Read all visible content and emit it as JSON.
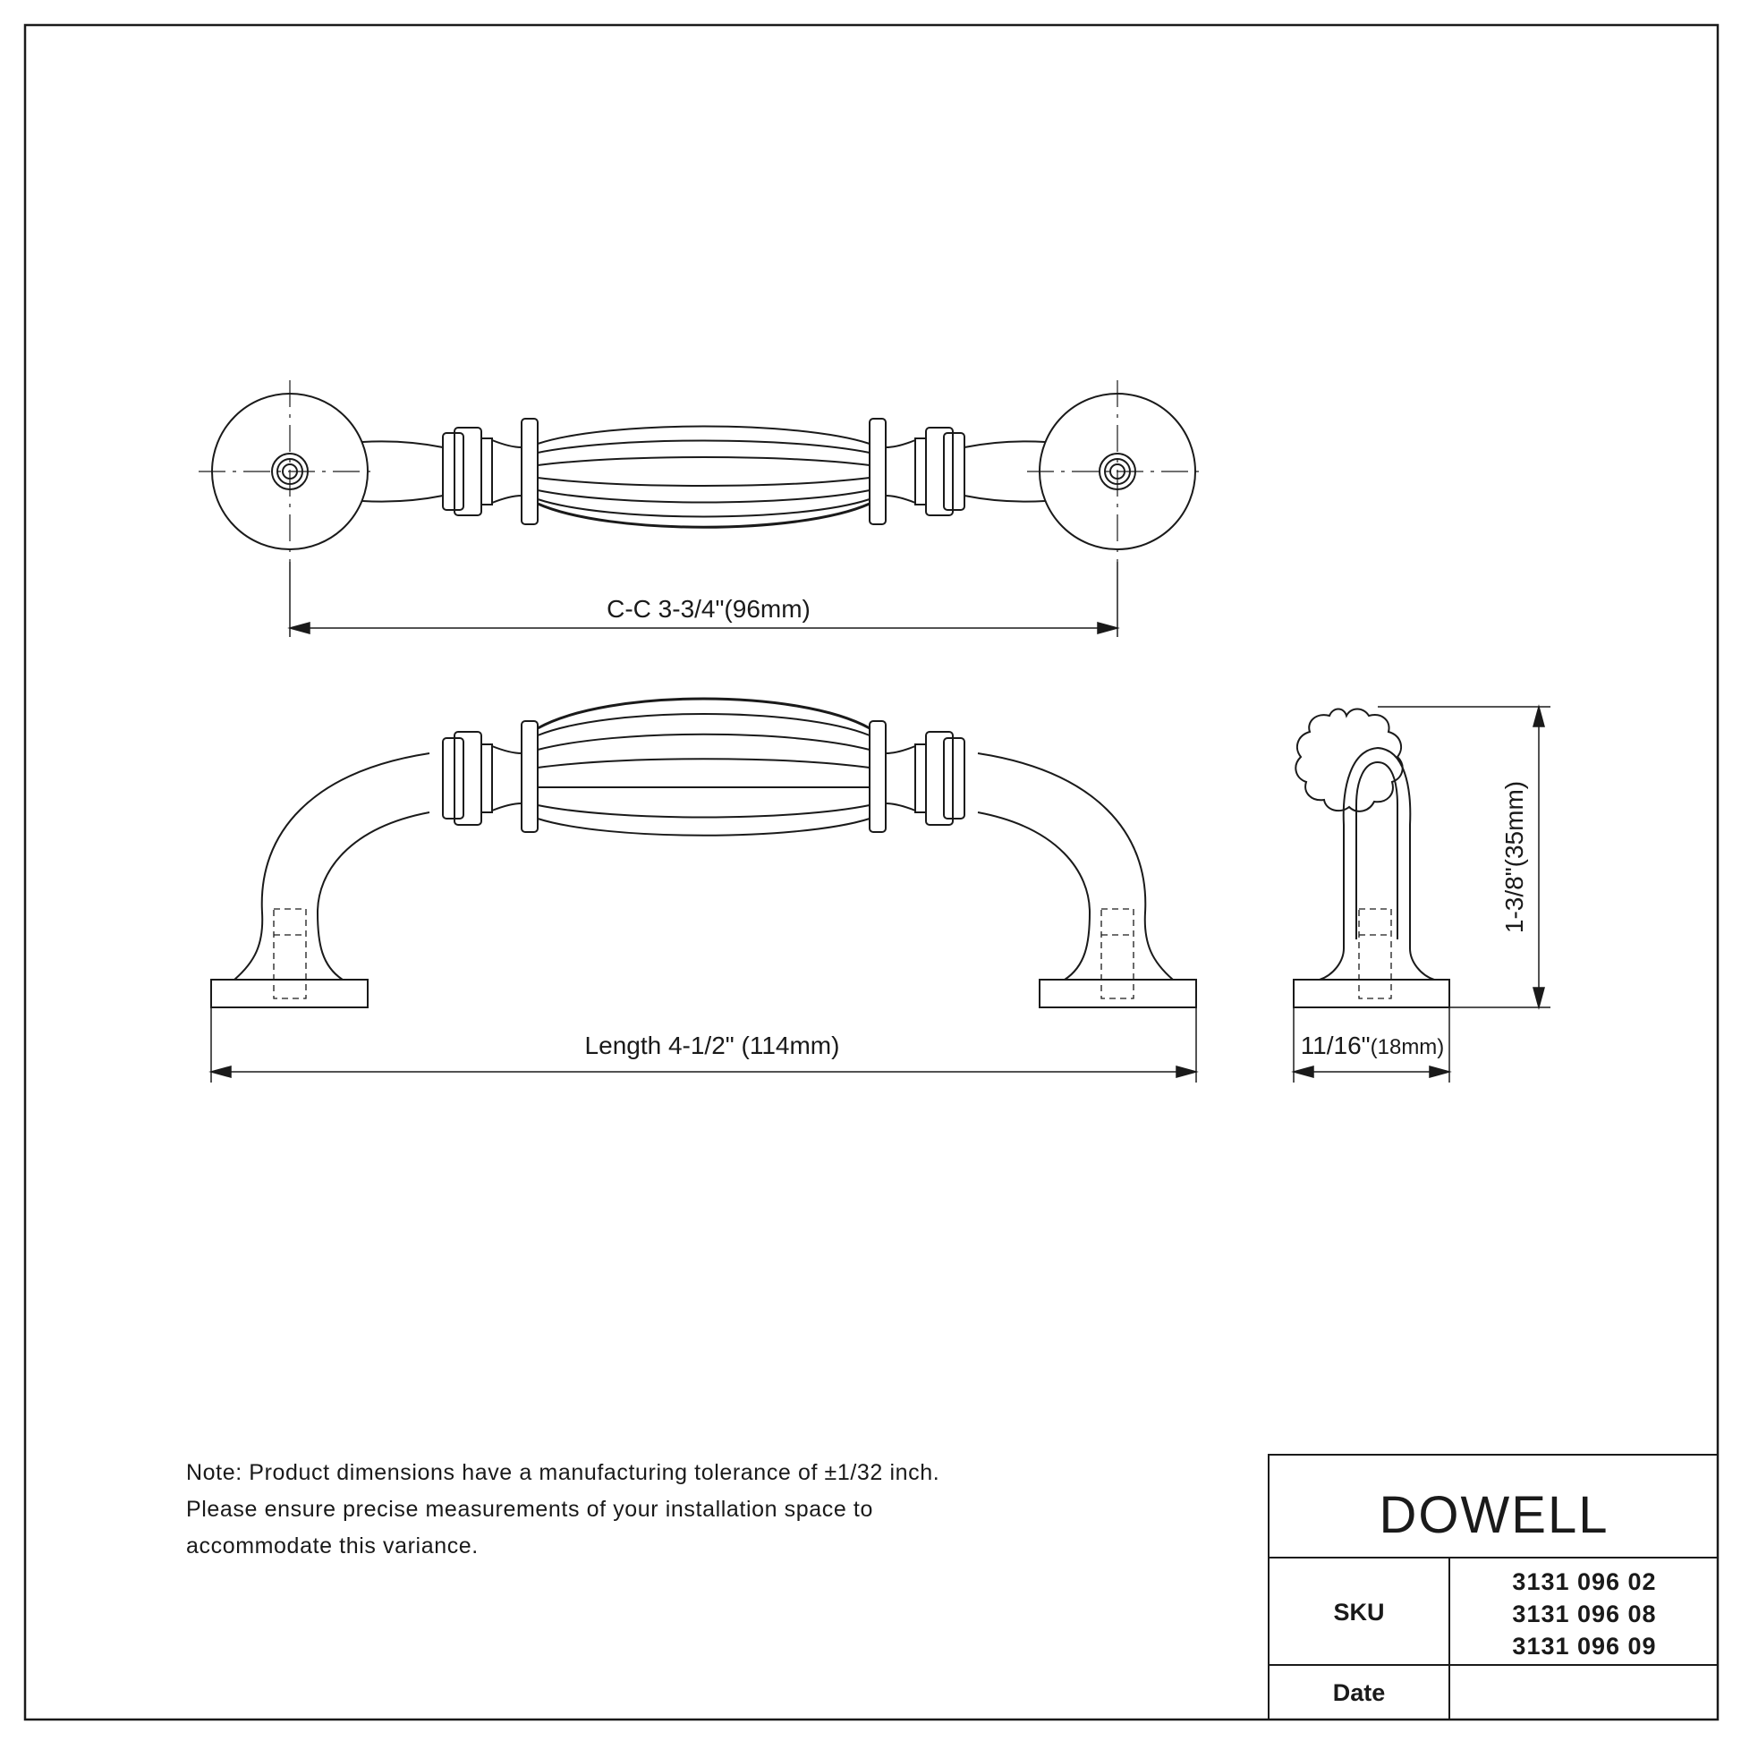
{
  "dimensions": {
    "center_to_center": "C-C 3-3/4\"(96mm)",
    "length": "Length 4-1/2\" (114mm)",
    "height": "1-3/8\"(35mm)",
    "width_in": "11/16\"",
    "width_mm": "(18mm)"
  },
  "note": {
    "line1": "Note: Product dimensions have a manufacturing tolerance of ±1/32 inch.",
    "line2": "Please ensure precise measurements of your installation space to",
    "line3": "accommodate this variance."
  },
  "title_block": {
    "brand": "DOWELL",
    "sku_label": "SKU",
    "skus": [
      "3131 096 02",
      "3131 096 08",
      "3131 096 09"
    ],
    "date_label": "Date",
    "date_value": ""
  },
  "colors": {
    "line": "#1a1a1a",
    "background": "#ffffff",
    "logo_accent": "#2e86c1"
  }
}
